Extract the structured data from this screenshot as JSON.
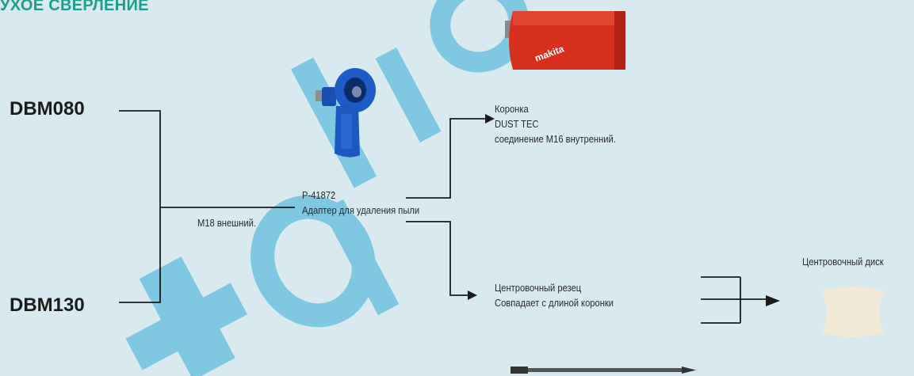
{
  "header": {
    "title": "УХОЕ СВЕРЛЕНИЕ"
  },
  "models": {
    "top": "DBM080",
    "bottom": "DBM130"
  },
  "connection": {
    "label": "M18 внешний."
  },
  "adapter": {
    "code": "P-41872",
    "description": "Адаптер для удаления пыли"
  },
  "crown": {
    "line1": "Коронка",
    "line2": "DUST TEC",
    "line3": "соединение M16 внутренний."
  },
  "center_cutter": {
    "line1": "Центровочный резец",
    "line2": "Совпадает с длиной коронки"
  },
  "center_disk": {
    "label": "Центровочный диск"
  },
  "crown_brand": {
    "label": "makita"
  },
  "colors": {
    "title": "#1f9d8c",
    "background": "#d8eaf0",
    "watermark": "#3aa9d8",
    "adapter_blue": "#1e5bc6",
    "crown_red": "#d7301f"
  }
}
